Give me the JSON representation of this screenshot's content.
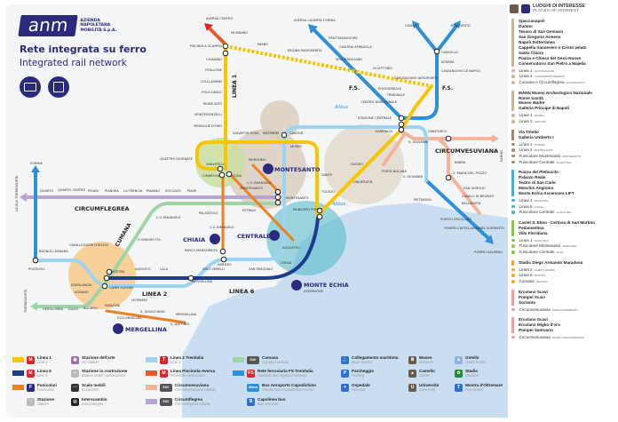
{
  "header": {
    "logo": "anm",
    "company": [
      "AZIENDA",
      "NAPOLETANA",
      "MOBILITÀ S.p.A."
    ],
    "title": "Rete integrata su ferro",
    "subtitle": "Integrated rail network"
  },
  "colors": {
    "linea1": "#f7c600",
    "linea6": "#1d3c8f",
    "linea2": "#9fd3f2",
    "fs": "#2f8fd8",
    "circumflegrea": "#b7a3d6",
    "cumana": "#9fd4a6",
    "circumvesuviana": "#f4b49a",
    "funicular": "#f07f1e",
    "anm": "#2b2a7e",
    "sea": "#c9def1"
  },
  "line_labels": {
    "linea1": "LINEA 1",
    "linea2": "LINEA 2",
    "linea6": "LINEA 6",
    "cumana": "CUMANA",
    "circumflegrea": "CIRCUMFLEGREA",
    "circumvesuviana": "CIRCUMVESUVIANA",
    "fs_west": "F.S.",
    "fs_east": "F.S.",
    "alibus": "Alibus"
  },
  "funiculars": {
    "montesanto": "MONTESANTO",
    "chiaia": "CHIAIA",
    "centrale": "CENTRALE",
    "mergellina": "MERGELLINA",
    "monte_echia": "MONTE ECHIA",
    "ascensore": "ASCENSORE"
  },
  "stations": [
    "AVERSA CENTRO",
    "MUGNANO",
    "PISCINOLA SCAMPIA",
    "CHIAIANO",
    "FRULLONE",
    "COLLI AMINEI",
    "POLICLINICO",
    "RIONE ALTO",
    "MONTEDONZELLI",
    "MEDAGLIE D'ORO",
    "SALVATOR ROSA",
    "MATERDEI",
    "CAVOUR",
    "MUSEO",
    "QUATTRO GIORNATE",
    "VANVITELLI",
    "CIMAROSA",
    "FUGA",
    "MORGHEN",
    "MONTESANTO",
    "DANTE",
    "TOLEDO",
    "MUNICIPIO PORTO",
    "UNIVERSITÀ",
    "DUOMO",
    "GARIBALDI",
    "STAZIONE CENTRALE",
    "CENTRO DIREZIONALE",
    "TRIBUNALE",
    "POGGIOREALE",
    "CAPODICHINO AEROPORTO",
    "DI VITTORIO",
    "SECONDIGLIANO",
    "REGINA MARGHERITA",
    "MIANO",
    "FRATTAMAGGIORE",
    "CASORIA AFRAGOLA",
    "AVERSA CASERTA FORMIA",
    "CASERTA",
    "BENEVENTO",
    "CANCELLO",
    "ACERRA",
    "CASALNUOVO DI NAPOLI",
    "GIANTURCO",
    "S. GIOVANNI",
    "BARRA",
    "S. MARIA DEL POZZO",
    "SAN GIORGIO",
    "CAVALLI DI BRONZO",
    "BELLAVISTA",
    "POMPEI CASTELLAMMARE SORRENTO",
    "POMPEI SALERNO",
    "PORTICI ERCOLANO",
    "PIETRARSA",
    "PORTA NOLANA",
    "S. GIOVANNI",
    "FORMIA",
    "QUARTO",
    "QUARTO CENTRO",
    "PISANI",
    "PIANURA",
    "LA TRENCIA",
    "TRAIANO",
    "SOCCAVO",
    "PIAVE",
    "C.V. EMANUELE",
    "FUORIGROTTA",
    "BAGNOLI AGNANO",
    "CAVALLEGGERI D'AOSTA",
    "POZZUOLI",
    "MOSTRA",
    "CAMPI FLEGREI",
    "EDENLANDIA",
    "AGNANO",
    "BAGNOLI",
    "GEROLOMINI",
    "DAZIO",
    "AUGUSTO",
    "LALA",
    "MERGELLINA",
    "ARCO MIRELLI",
    "SAN PASQUALE",
    "CHIAIA",
    "AMEDEO",
    "PARCO MARGHERITA",
    "C.V. EMANUELE",
    "PALAZZOLO",
    "PETRAIO",
    "C.V. EMANUELE",
    "AUGUSTEO",
    "LEOPARDI",
    "MANZONI",
    "P.CO ANGELINA",
    "S. GIOACCHINO",
    "S. ANTONIO",
    "MERGELLINA",
    "LICOLA TORREGAVETA",
    "TORREGAVETA",
    "SARNO",
    "MONTESANTO"
  ],
  "places_panel": {
    "title": "LUOGHI DI INTERESSE",
    "subtitle": "PLACES OF INTEREST",
    "groups": [
      {
        "color": "#c8b59a",
        "places": [
          "Spaccanapoli",
          "Duomo",
          "Tesoro di San Gennaro",
          "San Gregorio Armeno",
          "Napoli Sotterranea",
          "Cappella Sansevero e Cristo velato",
          "Santa Chiara",
          "Piazza e Chiesa del Gesù Nuovo",
          "Conservatorio San Pietro a Majella"
        ],
        "access": [
          {
            "line": "Linea 1",
            "station": "DUOMO/DANTE"
          },
          {
            "line": "Linea 2",
            "station": "CAVOUR/MONTESANTO"
          },
          {
            "line": "Cumana e Circumflegrea",
            "station": "MONTESANTO"
          }
        ]
      },
      {
        "color": "#c8b59a",
        "places": [
          "MANN Museo Archeologico Nazionale",
          "Rione Sanità",
          "Museo Madre",
          "Galleria Principe di Napoli"
        ],
        "access": [
          {
            "line": "Linea 1",
            "station": "MUSEO"
          },
          {
            "line": "Linea 2",
            "station": "CAVOUR"
          }
        ]
      },
      {
        "color": "#9c8b7a",
        "places": [
          "Via Toledo",
          "Galleria Umberto I"
        ],
        "access": [
          {
            "line": "Linea 1",
            "station": "TOLEDO"
          },
          {
            "line": "Linea 2",
            "station": "MONTESANTO"
          },
          {
            "line": "Funicolare Montesanto",
            "station": "MONTESANTO"
          },
          {
            "line": "Funicolare Centrale",
            "station": "AUGUSTEO"
          }
        ]
      },
      {
        "color": "#3bb4d0",
        "places": [
          "Piazza del Plebiscito",
          "Palazzo Reale",
          "Teatro di San Carlo",
          "Maschio Angioino",
          "Monte Echia Ascensore LIFT"
        ],
        "access": [
          {
            "line": "Linea 1",
            "station": "MUNICIPIO"
          },
          {
            "line": "Linea 6",
            "station": "CHIAIA"
          },
          {
            "line": "Funicolare Centrale",
            "station": "AUGUSTEO"
          }
        ]
      },
      {
        "color": "#8cc63f",
        "places": [
          "Castel S. Elmo - Certosa di San Martino",
          "Pedamentina",
          "Villa Floridiana"
        ],
        "access": [
          {
            "line": "Linea 1",
            "station": "VANVITELLI"
          },
          {
            "line": "Funicolare Montesanto",
            "station": "MORGHEN"
          },
          {
            "line": "Funicolare Centrale",
            "station": "FUGA"
          }
        ]
      },
      {
        "color": "#f5a623",
        "places": [
          "Stadio Diego Armando Maradona"
        ],
        "access": [
          {
            "line": "Linea 2",
            "station": "CAMPI FLEGREI"
          },
          {
            "line": "Linea 6",
            "station": "MOSTRA"
          },
          {
            "line": "Cumana",
            "station": "MOSTRA"
          }
        ]
      },
      {
        "color": "#eaa0a8",
        "places": [
          "Ercolano Scavi",
          "Pompei Scavi",
          "Sorrento"
        ],
        "access": [
          {
            "line": "Circumvesuviana",
            "station": "NAPOLI-SORRENTO"
          }
        ]
      },
      {
        "color": "#eaa0a8",
        "places": [
          "Ercolano Scavi",
          "Ercolano Miglio d'oro",
          "Pompei Santuario"
        ],
        "access": [
          {
            "line": "Circumvesuviana",
            "station": "NAPOLI-POGGIOMARINO"
          }
        ]
      }
    ]
  },
  "legend": [
    {
      "title": "Linea 1",
      "sub": "Line 1",
      "swatch": "#f7c600",
      "icon": "M",
      "icon_color": "#e2232a"
    },
    {
      "title": "Linea 6",
      "sub": "Line 6",
      "swatch": "#1d3c8f",
      "icon": "M",
      "icon_color": "#e2232a"
    },
    {
      "title": "Funicolari",
      "sub": "Funiculars",
      "swatch": "#f07f1e",
      "icon": "F",
      "icon_color": "#2b2a7e"
    },
    {
      "title": "Stazione",
      "sub": "Station",
      "swatch": "",
      "icon": "○",
      "icon_color": "#bbbbbb"
    },
    {
      "title": "Stazione dell'arte",
      "sub": "Art station",
      "swatch": "",
      "icon": "◉",
      "icon_color": "#9a6fb0"
    },
    {
      "title": "Stazione in costruzione",
      "sub": "Station under construction",
      "swatch": "",
      "icon": "•",
      "icon_color": "#bbbbbb"
    },
    {
      "title": "Scale mobili",
      "sub": "Escalators",
      "swatch": "",
      "icon": "⋯",
      "icon_color": "#333333"
    },
    {
      "title": "Interscambio",
      "sub": "Interchanges",
      "swatch": "",
      "icon": "◎",
      "icon_color": "#222222"
    },
    {
      "title": "Linea 2 Trenitalia",
      "sub": "Line 2",
      "swatch": "#9fd3f2",
      "icon": "T",
      "icon_color": "#e2232a"
    },
    {
      "title": "Linea Piscinola-Aversa",
      "sub": "Piscinola-Aversa line",
      "swatch": "#e85a2a",
      "icon": "M",
      "icon_color": "#e2232a"
    },
    {
      "title": "Circumvesuviana",
      "sub": "Circumvesuviana railway",
      "swatch": "#f4b49a",
      "icon": "EAV",
      "icon_color": "#555555"
    },
    {
      "title": "Circumflegrea",
      "sub": "Circumflegrea railway",
      "swatch": "#b7a3d6",
      "icon": "EAV",
      "icon_color": "#555555"
    },
    {
      "title": "Cumana",
      "sub": "Cumana railway",
      "swatch": "#9fd4a6",
      "icon": "EAV",
      "icon_color": "#555555"
    },
    {
      "title": "Rete ferroviaria FS-Trenitalia",
      "sub": "National and regional railways",
      "swatch": "#2f8fd8",
      "icon": "FS",
      "icon_color": "#e2232a"
    },
    {
      "title": "Bus Aeroporto Capodichino",
      "sub": "Shuttle bus Capodichino Airport",
      "swatch": "",
      "icon": "Alibus",
      "icon_color": "#2f8fd8"
    },
    {
      "title": "Capolinea bus",
      "sub": "Bus terminal",
      "swatch": "",
      "icon": "B",
      "icon_color": "#2f6fd0"
    },
    {
      "title": "Collegamento marittimo",
      "sub": "Boat service",
      "swatch": "",
      "icon": "⚓",
      "icon_color": "#2f6fd0"
    },
    {
      "title": "Parcheggio",
      "sub": "Parking",
      "swatch": "",
      "icon": "P",
      "icon_color": "#2f6fd0"
    },
    {
      "title": "Ospedale",
      "sub": "Hospital",
      "swatch": "",
      "icon": "+",
      "icon_color": "#2f6fd0"
    },
    {
      "title": "Museo",
      "sub": "Museum",
      "swatch": "",
      "icon": "Ⅲ",
      "icon_color": "#6b5a48"
    },
    {
      "title": "Castello",
      "sub": "Castle",
      "swatch": "",
      "icon": "▲",
      "icon_color": "#6b5a48"
    },
    {
      "title": "Università",
      "sub": "University",
      "swatch": "",
      "icon": "U",
      "icon_color": "#6b5a48"
    },
    {
      "title": "Ostello",
      "sub": "Youth hostel",
      "swatch": "",
      "icon": "▲",
      "icon_color": "#8fb3e0"
    },
    {
      "title": "Stadio",
      "sub": "Stadium",
      "swatch": "",
      "icon": "✿",
      "icon_color": "#1f8a3a"
    },
    {
      "title": "Mostra d'Oltremare",
      "sub": "Fair district",
      "swatch": "",
      "icon": "T",
      "icon_color": "#2f6fd0"
    }
  ]
}
